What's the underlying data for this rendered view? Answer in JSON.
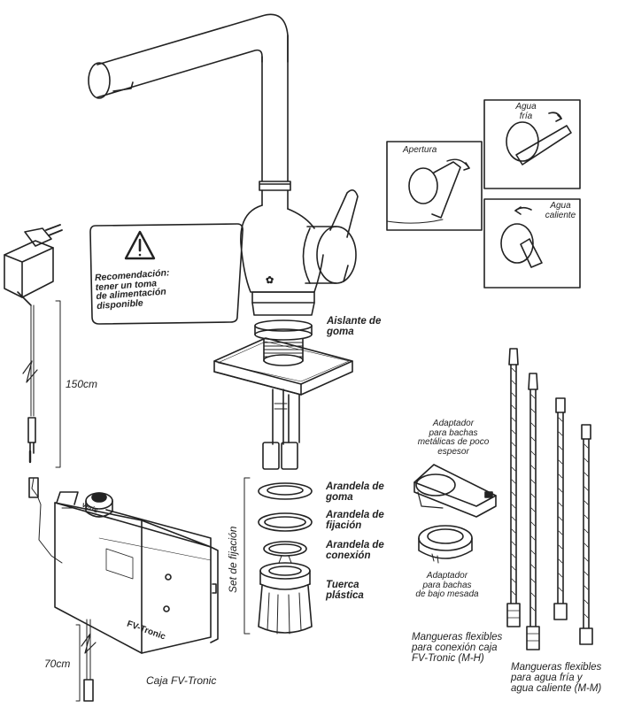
{
  "warning": {
    "lines": [
      "Recomendación:",
      "tener un toma",
      "de alimentación",
      "disponible"
    ]
  },
  "cables": {
    "length_power": "150cm",
    "length_sensor": "70cm"
  },
  "box": {
    "label": "Caja FV-Tronic",
    "brand_mark": "FV-Tronic",
    "plate_text": "veris"
  },
  "faucet_parts": {
    "aislante": [
      "Aislante de",
      "goma"
    ],
    "set_fijacion": "Set de fijación",
    "arandela_goma": [
      "Arandela de",
      "goma"
    ],
    "arandela_fijacion": [
      "Arandela de",
      "fijación"
    ],
    "arandela_conexion": [
      "Arandela de",
      "conexión"
    ],
    "tuerca": [
      "Tuerca",
      "plástica"
    ]
  },
  "adaptador_delgado": [
    "Adaptador",
    "para bachas",
    "metálicas de poco",
    "espesor"
  ],
  "adaptador_bajo": [
    "Adaptador",
    "para bachas",
    "de bajo mesada"
  ],
  "mangueras_mh": [
    "Mangueras flexibles",
    "para conexión caja",
    "FV-Tronic (M-H)"
  ],
  "mangueras_mm": [
    "Mangueras flexibles",
    "para agua fría y",
    "agua caliente (M-M)"
  ],
  "detail_insets": {
    "apertura": "Apertura",
    "agua_fria": [
      "Agua",
      "fría"
    ],
    "agua_caliente": [
      "Agua",
      "caliente"
    ]
  }
}
